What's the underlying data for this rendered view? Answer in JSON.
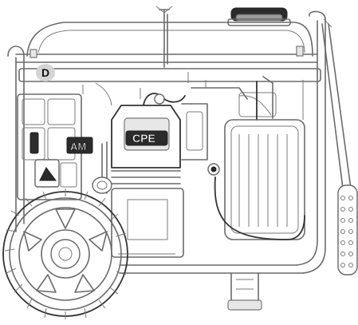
{
  "illustration": {
    "callout_label": "D",
    "engine_badge": "CPE",
    "side_brand_fragment": "AM",
    "colors": {
      "line": "#6a6a6a",
      "dark_line": "#333333",
      "callout_fill": "#d4d4d4",
      "background": "#ffffff"
    },
    "icons": [
      "generator-illustration-icon",
      "wheel-icon",
      "engine-icon",
      "handle-icon",
      "fuel-tank-icon"
    ]
  }
}
